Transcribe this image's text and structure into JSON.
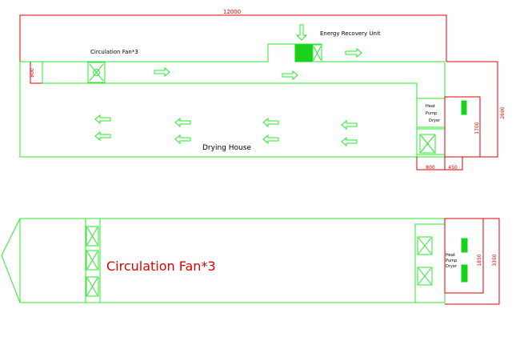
{
  "top_view": {
    "length_label": "12000",
    "width_label": "800",
    "height_label_outer": "2690",
    "height_label_inner": "1700",
    "bottom_label_1": "800",
    "bottom_label_2": "450",
    "circulation_fan_label": "Circulation Fan*3",
    "energy_recovery_label": "Energy Recovery Unit",
    "heat_pump_label_lines": [
      "Heat",
      "Pump",
      "Dryer"
    ],
    "drying_house_label": "Drying House"
  },
  "bottom_view": {
    "circulation_fan_label": "Circulation Fan*3",
    "heat_pump_label_lines": [
      "Heat",
      "Pump",
      "Dryer"
    ],
    "dim_label_1": "1850",
    "dim_label_2": "3350"
  },
  "colors": {
    "outline": "#2ee62e",
    "dimension": "#e00000",
    "fill": "#19d219"
  }
}
